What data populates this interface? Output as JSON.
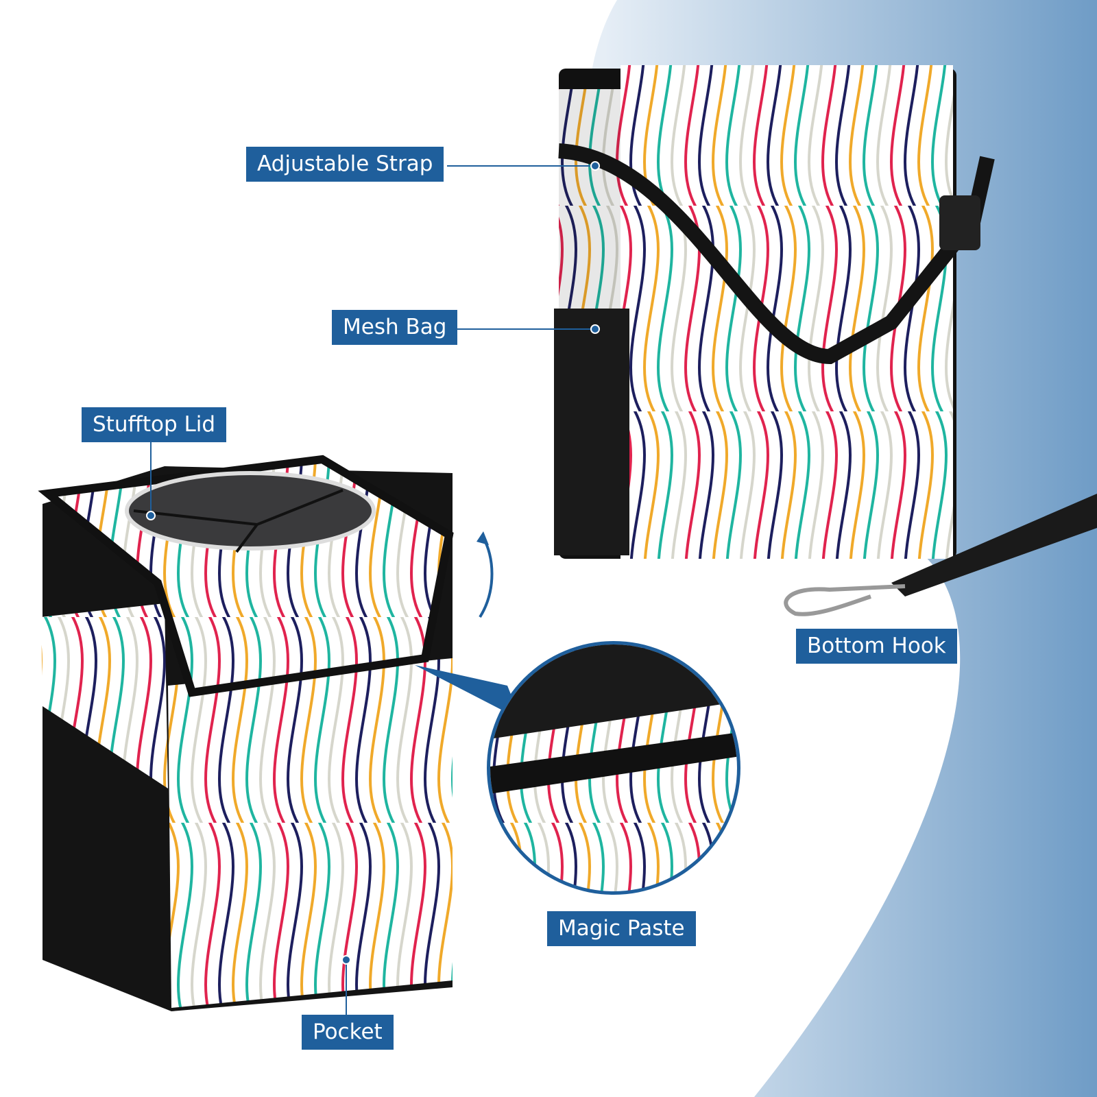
{
  "labels": {
    "adjustable_strap": "Adjustable Strap",
    "mesh_bag": "Mesh Bag",
    "stufftop_lid": "Stufftop Lid",
    "bottom_hook": "Bottom Hook",
    "magic_paste": "Magic Paste",
    "pocket": "Pocket"
  },
  "colors": {
    "label_bg": "#1f5f9c",
    "stripes": [
      "#e0234e",
      "#1d1f5e",
      "#f0a92a",
      "#1fb5a0",
      "#d6d6cc"
    ]
  }
}
